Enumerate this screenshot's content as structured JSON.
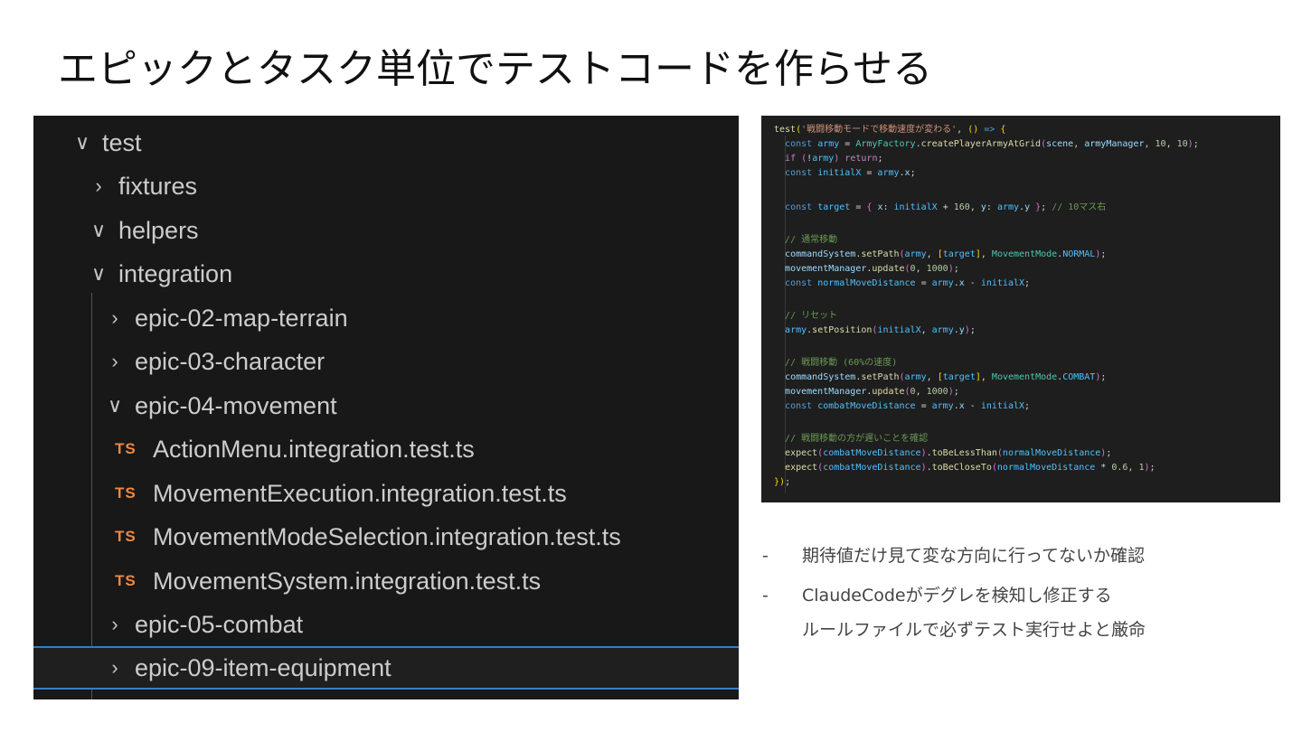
{
  "title": "エピックとタスク単位でテストコードを作らせる",
  "explorer": {
    "rows": [
      {
        "chevron": "expanded",
        "label": "test"
      },
      {
        "chevron": "collapsed",
        "label": "fixtures"
      },
      {
        "chevron": "expanded",
        "label": "helpers"
      },
      {
        "chevron": "expanded",
        "label": "integration"
      },
      {
        "chevron": "collapsed",
        "label": "epic-02-map-terrain"
      },
      {
        "chevron": "collapsed",
        "label": "epic-03-character"
      },
      {
        "chevron": "expanded",
        "label": "epic-04-movement"
      },
      {
        "badge": "TS",
        "label": "ActionMenu.integration.test.ts"
      },
      {
        "badge": "TS",
        "label": "MovementExecution.integration.test.ts"
      },
      {
        "badge": "TS",
        "label": "MovementModeSelection.integration.test.ts"
      },
      {
        "badge": "TS",
        "label": "MovementSystem.integration.test.ts"
      },
      {
        "chevron": "collapsed",
        "label": "epic-05-combat"
      },
      {
        "chevron": "collapsed",
        "label": "epic-09-item-equipment",
        "selected": true
      }
    ]
  },
  "code": {
    "test_name": "'戦闘移動モードで移動速度が変わる'",
    "comment_10": "// 10マス右",
    "comment_normal": "// 通常移動",
    "comment_reset": "// リセット",
    "comment_combat": "// 戦闘移動 (60%の速度)",
    "comment_check": "// 戦闘移動の方が遅いことを確認"
  },
  "notes": {
    "bullet_dash": "-",
    "item1": "期待値だけ見て変な方向に行ってないか確認",
    "item2": "ClaudeCodeがデグレを検知し修正する",
    "item2_cont": "ルールファイルで必ずテスト実行せよと厳命"
  },
  "colors": {
    "ts_badge": "#f0883e",
    "selection_border": "#3a7cc0",
    "explorer_bg": "#181818",
    "code_bg": "#1e1e1e"
  }
}
